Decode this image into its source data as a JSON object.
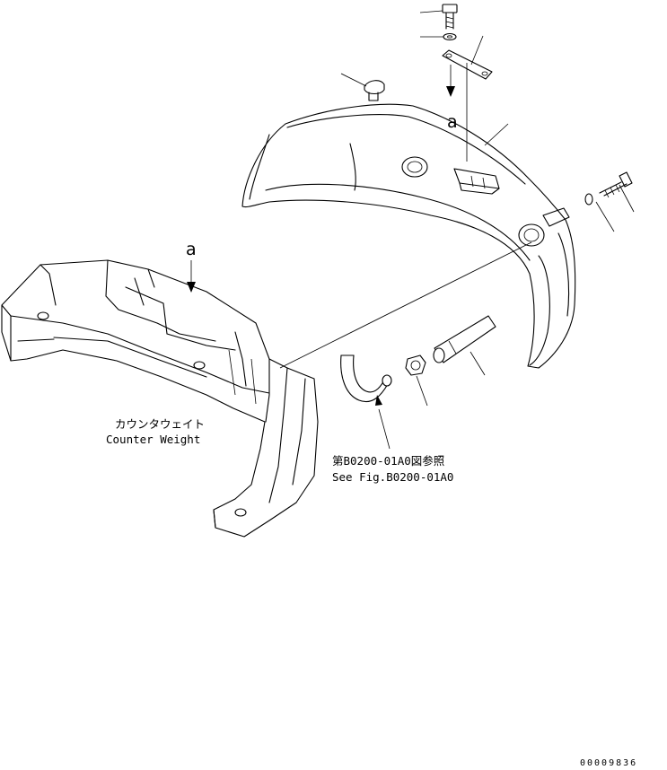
{
  "labels": {
    "counterweight_jp": "カウンタウェイト",
    "counterweight_en": "Counter Weight",
    "ref_jp": "第B0200-01A0図参照",
    "ref_en": "See Fig.B0200-01A0",
    "view_mark_top": "a",
    "view_mark_left": "a",
    "drawing_code": "00009836"
  }
}
